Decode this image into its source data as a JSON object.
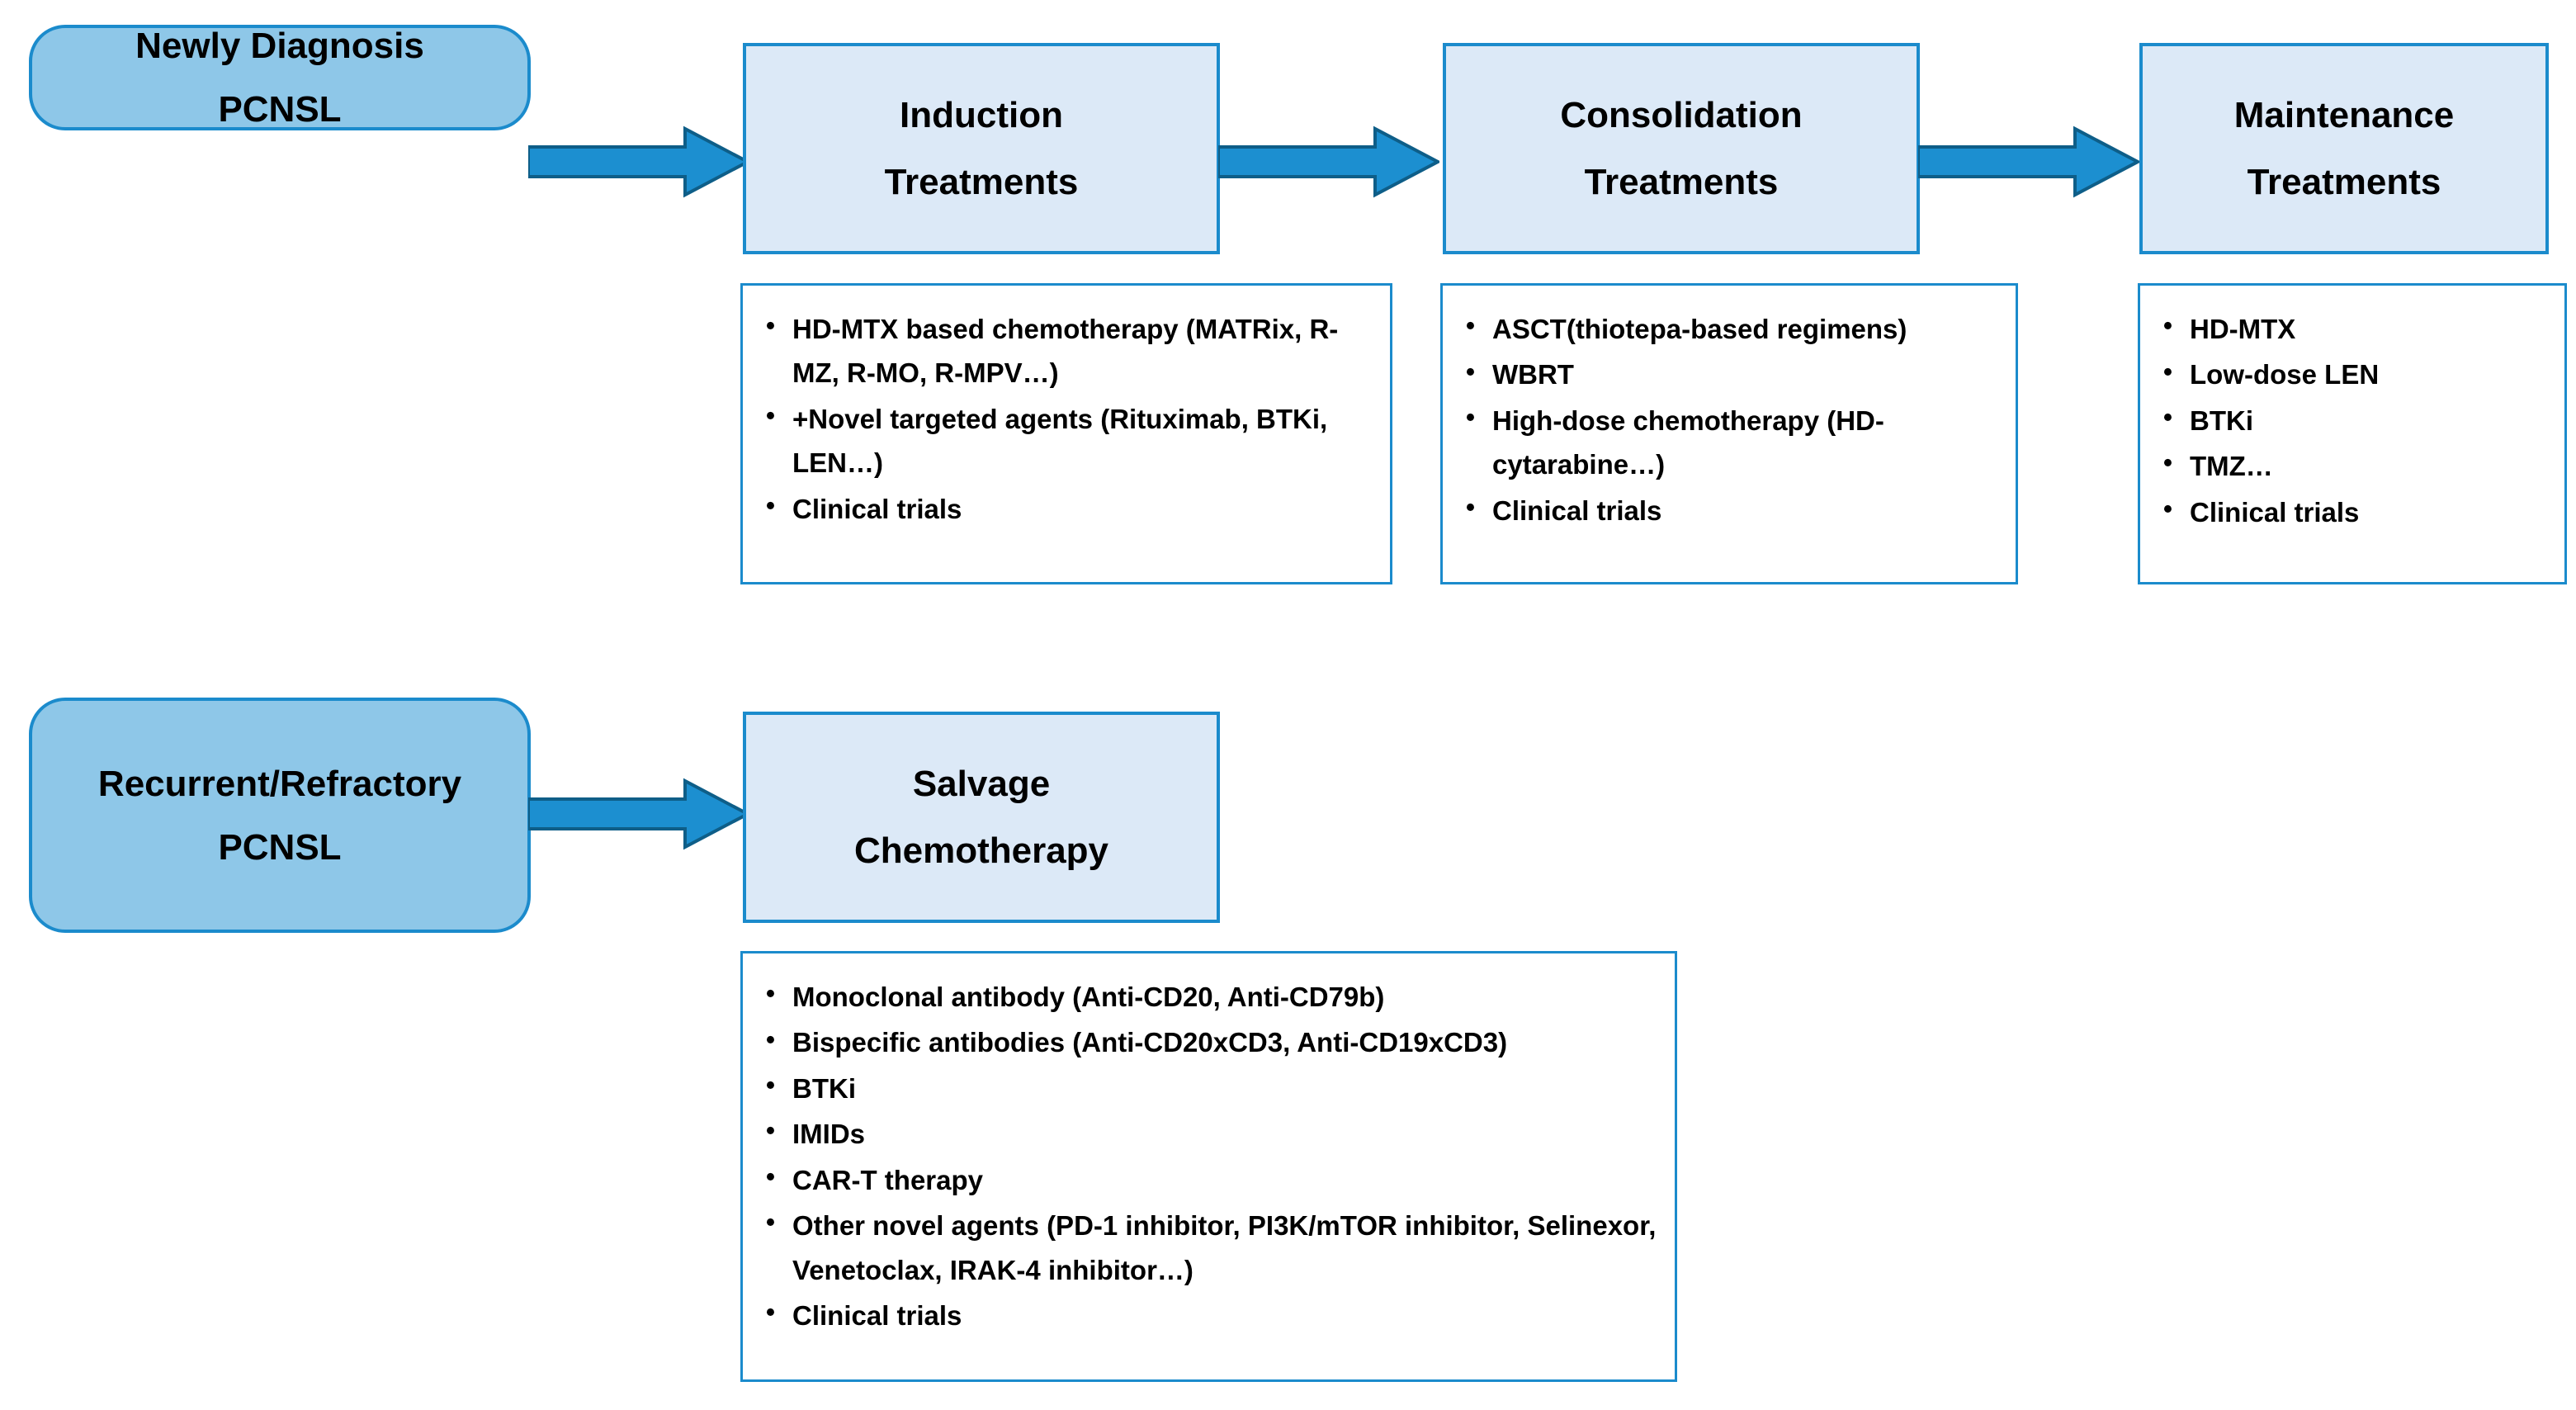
{
  "diagram": {
    "title": "PCNSL treatment algorithm flowchart",
    "colors": {
      "start_node_fill": "#8EC7E8",
      "stage_box_fill": "#DCE9F7",
      "border_blue": "#1B8BCC",
      "arrow_fill": "#1C8FD0",
      "arrow_outline": "#0E5E88",
      "text": "#000000",
      "background": "#FFFFFF"
    },
    "rows": [
      {
        "id": "newly-diagnosed-row",
        "start_node": {
          "name": "newly-diagnosis-pcnsl",
          "lines": [
            "Newly Diagnosis",
            "PCNSL"
          ]
        },
        "stages": [
          {
            "id": "induction",
            "header_lines": [
              "Induction",
              "Treatments"
            ],
            "bullets": [
              "HD-MTX based chemotherapy (MATRix, R-MZ, R-MO, R-MPV…)",
              "+Novel targeted agents (Rituximab, BTKi, LEN…)",
              "Clinical trials"
            ]
          },
          {
            "id": "consolidation",
            "header_lines": [
              "Consolidation",
              "Treatments"
            ],
            "bullets": [
              "ASCT(thiotepa-based regimens)",
              "WBRT",
              "High-dose chemotherapy (HD-cytarabine…)",
              "Clinical trials"
            ]
          },
          {
            "id": "maintenance",
            "header_lines": [
              "Maintenance",
              "Treatments"
            ],
            "bullets": [
              "HD-MTX",
              "Low-dose LEN",
              "BTKi",
              "TMZ…",
              "Clinical trials"
            ]
          }
        ]
      },
      {
        "id": "recurrent-refractory-row",
        "start_node": {
          "name": "recurrent-refractory-pcnsl",
          "lines": [
            "Recurrent/Refractory",
            "PCNSL"
          ]
        },
        "stages": [
          {
            "id": "salvage",
            "header_lines": [
              "Salvage",
              "Chemotherapy"
            ],
            "bullets": [
              "Monoclonal antibody (Anti-CD20, Anti-CD79b)",
              "Bispecific antibodies (Anti-CD20xCD3, Anti-CD19xCD3)",
              "BTKi",
              "IMIDs",
              "CAR-T therapy",
              "Other novel agents (PD-1 inhibitor, PI3K/mTOR inhibitor, Selinexor, Venetoclax, IRAK-4 inhibitor…)",
              "Clinical trials"
            ]
          }
        ]
      }
    ],
    "arrows": [
      {
        "id": "arrow-newly-to-induction",
        "label": "right-arrow-icon"
      },
      {
        "id": "arrow-induction-to-consolidation",
        "label": "right-arrow-icon"
      },
      {
        "id": "arrow-consolidation-to-maintenance",
        "label": "right-arrow-icon"
      },
      {
        "id": "arrow-recurrent-to-salvage",
        "label": "right-arrow-icon"
      }
    ]
  }
}
